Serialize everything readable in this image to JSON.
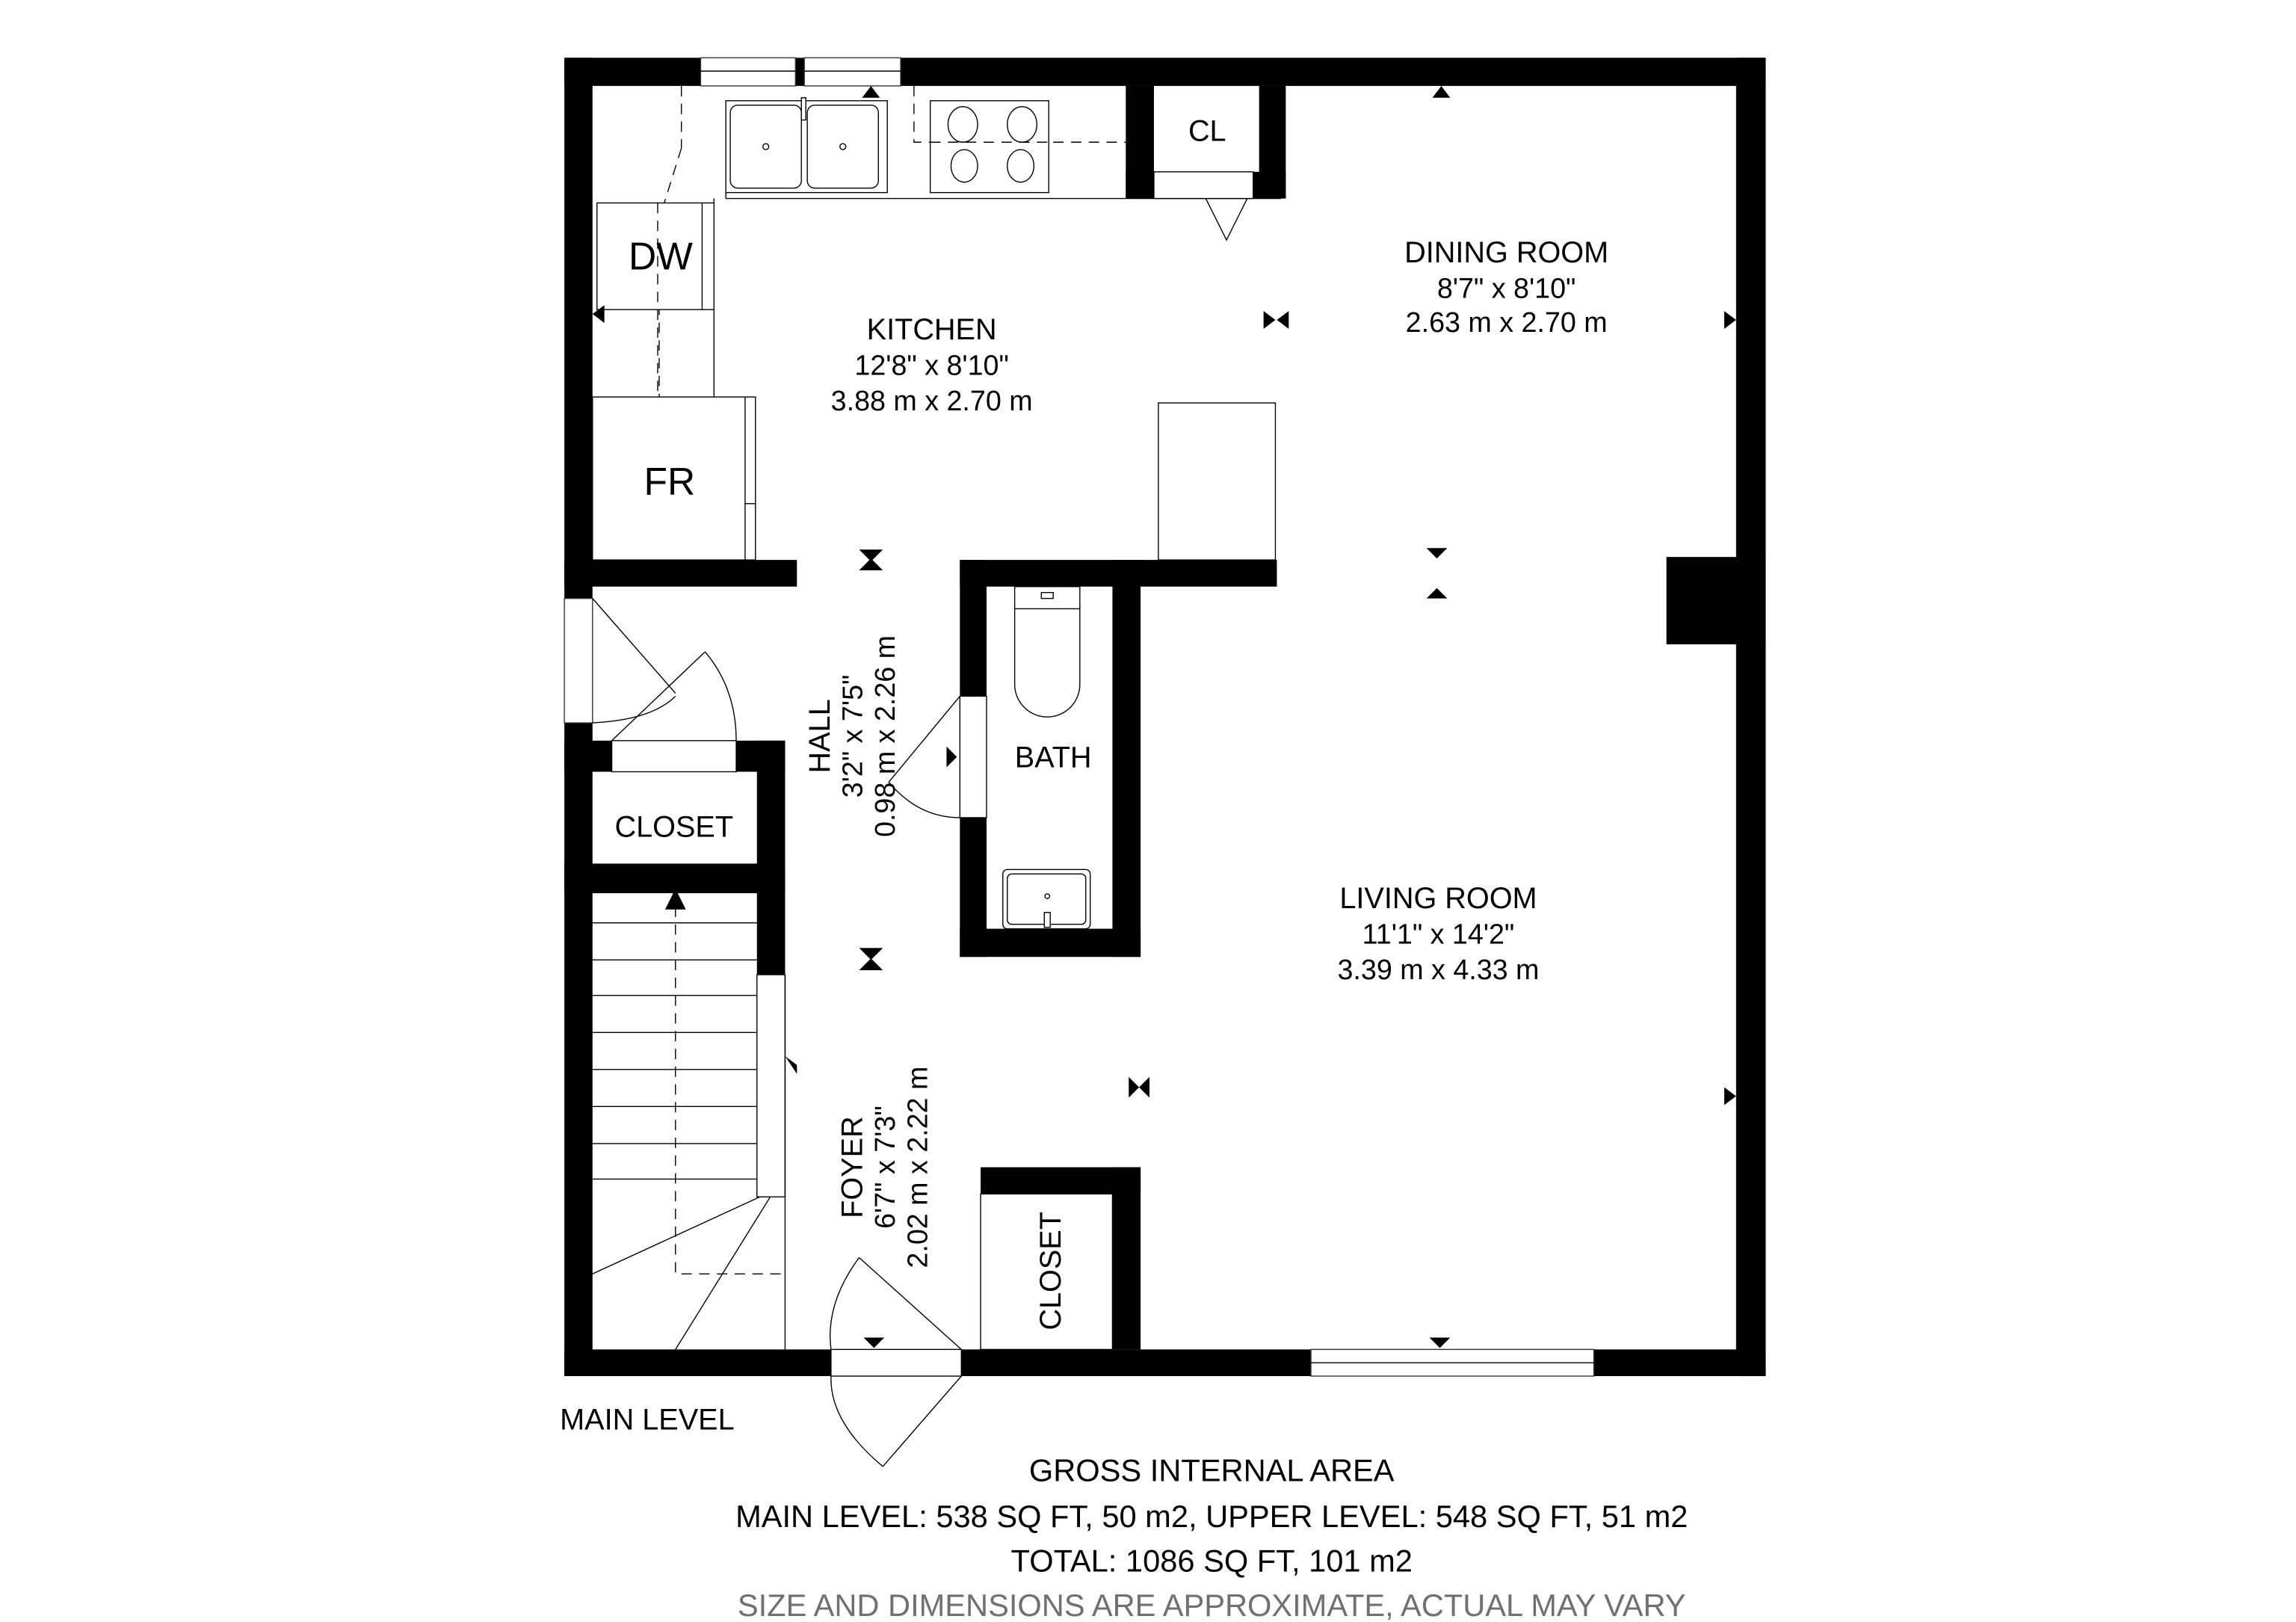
{
  "level_label": "MAIN LEVEL",
  "rooms": {
    "kitchen": {
      "name": "KITCHEN",
      "dim_imperial": "12'8\" x 8'10\"",
      "dim_metric": "3.88 m x 2.70 m"
    },
    "dining": {
      "name": "DINING ROOM",
      "dim_imperial": "8'7\" x 8'10\"",
      "dim_metric": "2.63 m x 2.70 m"
    },
    "hall": {
      "name": "HALL",
      "dim_imperial": "3'2\" x 7'5\"",
      "dim_metric": "0.98 m x 2.26 m"
    },
    "bath": {
      "name": "BATH"
    },
    "living": {
      "name": "LIVING ROOM",
      "dim_imperial": "11'1\" x 14'2\"",
      "dim_metric": "3.39 m x 4.33 m"
    },
    "foyer": {
      "name": "FOYER",
      "dim_imperial": "6'7\" x 7'3\"",
      "dim_metric": "2.02 m x 2.22 m"
    },
    "closet_upper": {
      "name": "CLOSET"
    },
    "closet_lower": {
      "name": "CLOSET"
    },
    "cl": {
      "name": "CL"
    }
  },
  "fixtures": {
    "dishwasher": "DW",
    "fridge": "FR"
  },
  "summary": {
    "title": "GROSS INTERNAL AREA",
    "levels": "MAIN LEVEL: 538 SQ FT, 50 m2, UPPER LEVEL: 548 SQ FT, 51 m2",
    "total": "TOTAL: 1086 SQ FT, 101 m2",
    "disclaimer": "SIZE AND DIMENSIONS ARE APPROXIMATE, ACTUAL MAY VARY"
  },
  "colors": {
    "wall": "#000000",
    "background": "#ffffff",
    "disclaimer": "#707070"
  }
}
